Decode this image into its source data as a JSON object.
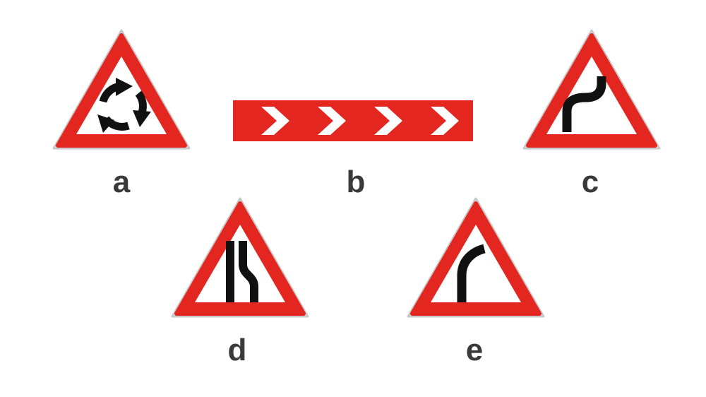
{
  "colors": {
    "sign_red": "#e3261f",
    "sign_white": "#ffffff",
    "symbol_black": "#111111",
    "caption_gray": "#3a3a3a"
  },
  "signs": [
    {
      "label": "a",
      "icon": "roundabout-icon"
    },
    {
      "label": "b",
      "icon": "chevron-board-icon"
    },
    {
      "label": "c",
      "icon": "double-bend-icon"
    },
    {
      "label": "d",
      "icon": "road-narrows-right-icon"
    },
    {
      "label": "e",
      "icon": "bend-right-icon"
    }
  ]
}
